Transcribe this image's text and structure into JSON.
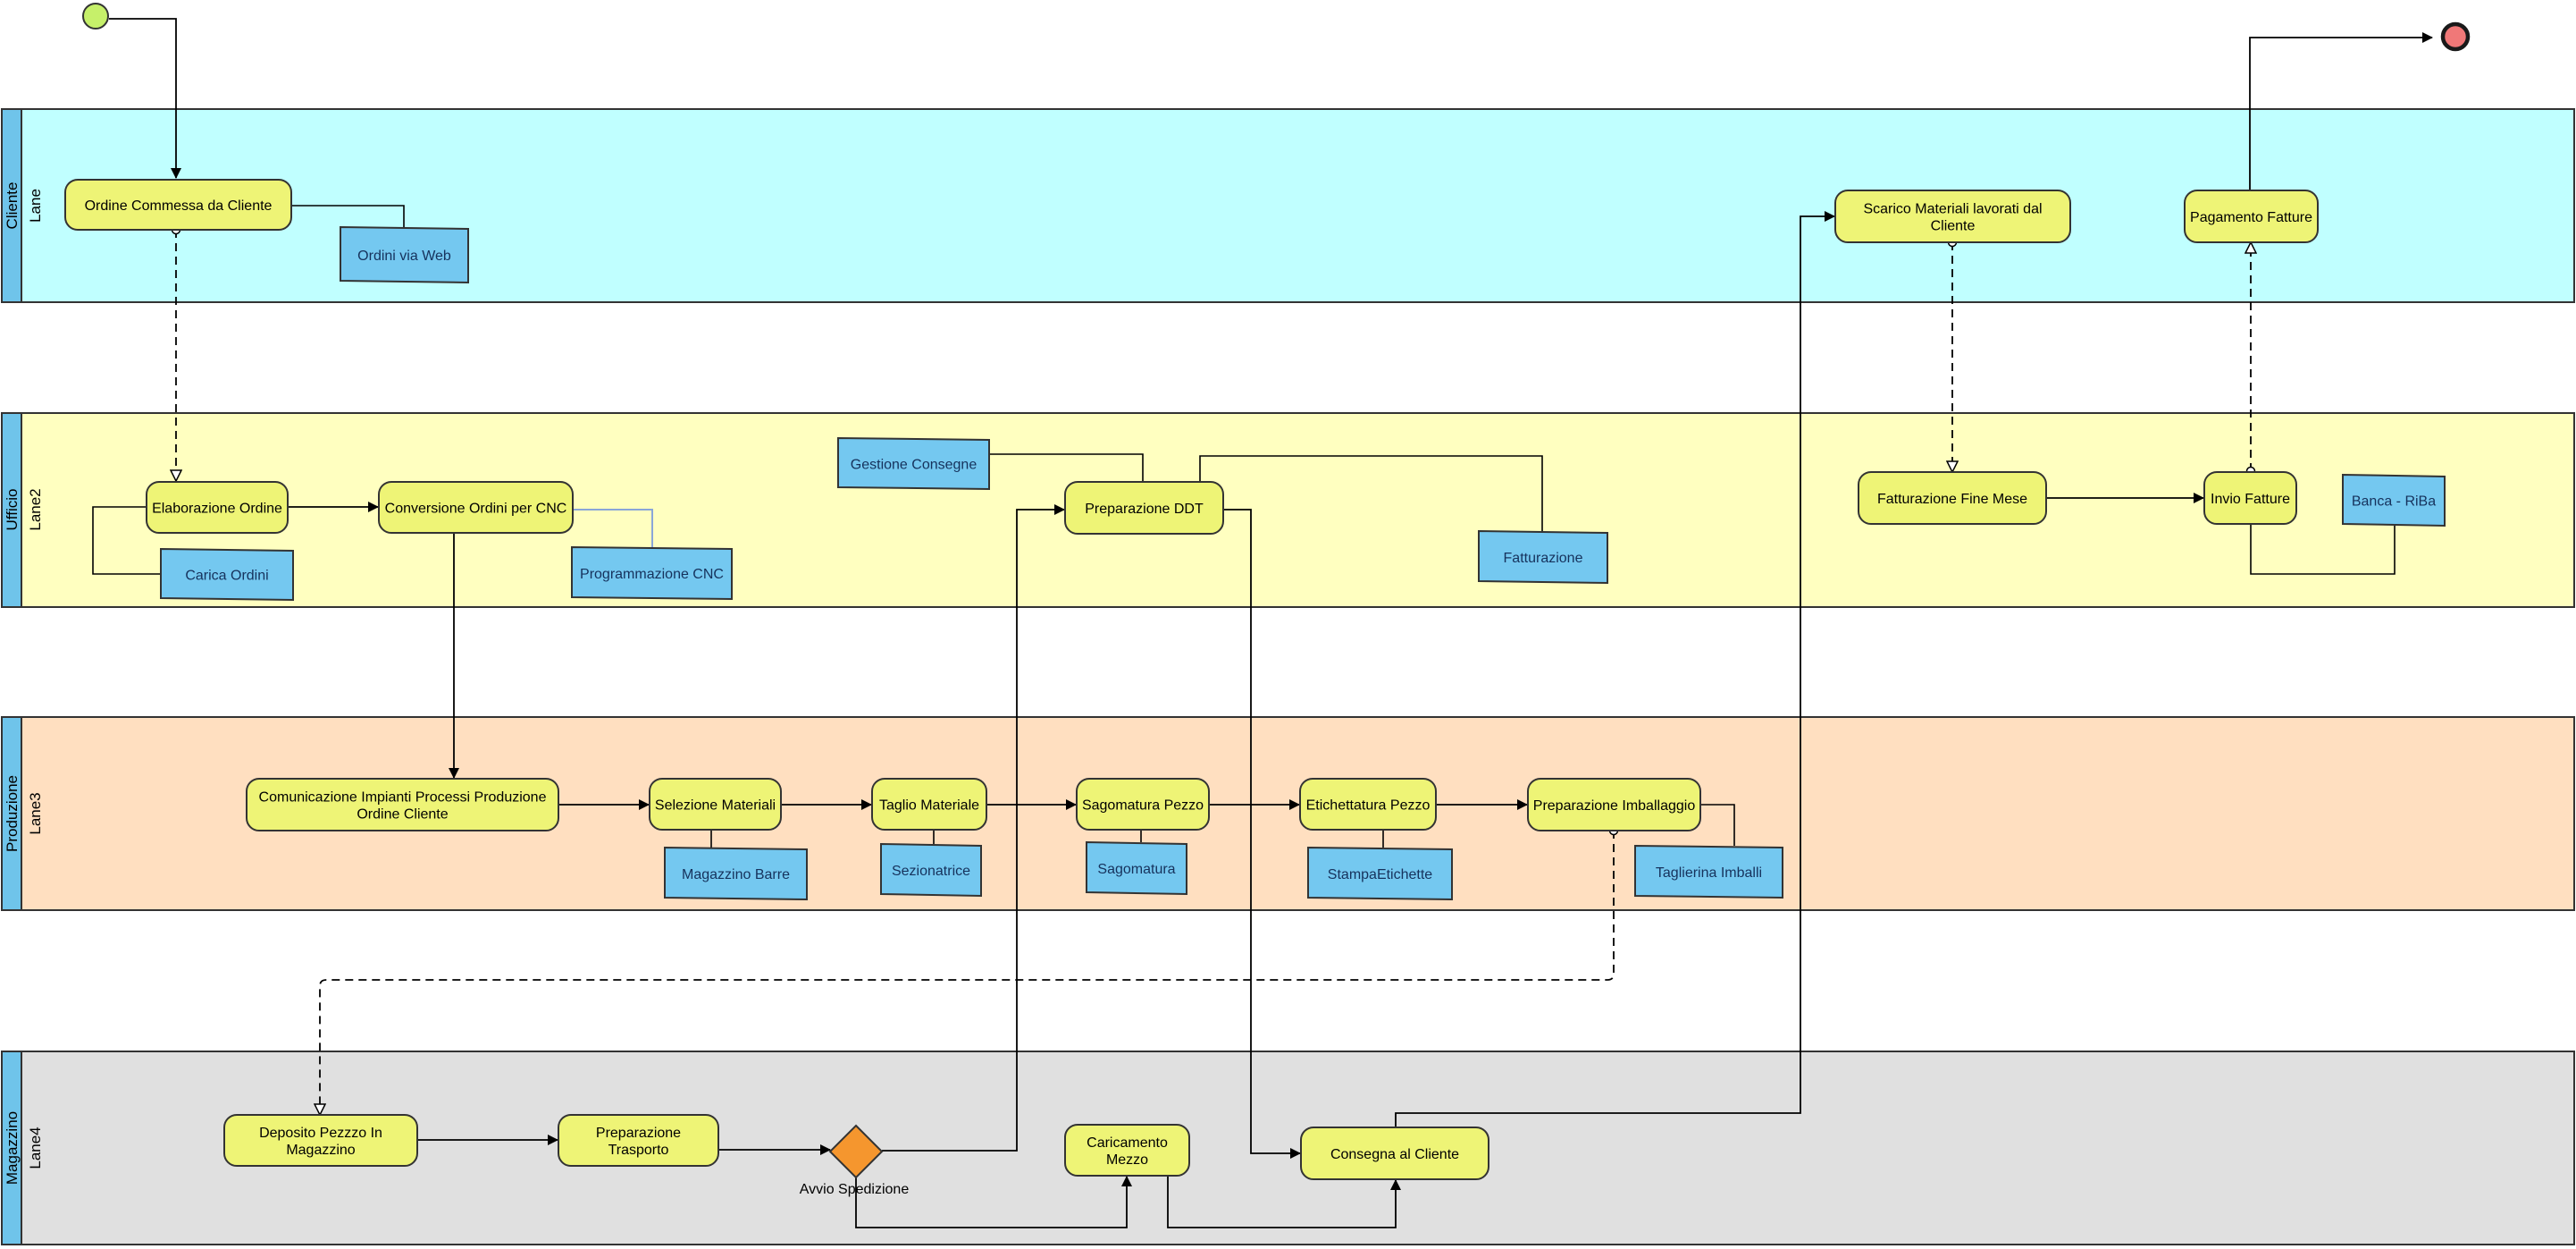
{
  "colors": {
    "lane_cliente": "#c0ffff",
    "lane_ufficio": "#ffffc0",
    "lane_produzione": "#ffdfc0",
    "lane_magazzino": "#e0e0e0",
    "lane_bar": "#6fc4ea",
    "task": "#eef476",
    "data": "#74c8f0",
    "start_event": "#c6f06a",
    "end_event": "#f07878",
    "gateway": "#f5962e"
  },
  "lanes": [
    {
      "id": "cliente",
      "pool_label": "Cliente",
      "lane_label": "Lane"
    },
    {
      "id": "ufficio",
      "pool_label": "Ufficio",
      "lane_label": "Lane2"
    },
    {
      "id": "produzione",
      "pool_label": "Produzione",
      "lane_label": "Lane3"
    },
    {
      "id": "magazzino",
      "pool_label": "Magazzino",
      "lane_label": "Lane4"
    }
  ],
  "tasks": {
    "ordine_commessa": [
      "Ordine Commessa da Cliente"
    ],
    "scarico_materiali": [
      "Scarico Materiali lavorati dal",
      "Cliente"
    ],
    "pagamento_fatture": [
      "Pagamento Fatture"
    ],
    "elaborazione_ordine": [
      "Elaborazione Ordine"
    ],
    "conversione_ordini": [
      "Conversione Ordini per CNC"
    ],
    "preparazione_ddt": [
      "Preparazione DDT"
    ],
    "fatturazione_fine_mese": [
      "Fatturazione Fine Mese"
    ],
    "invio_fatture": [
      "Invio Fatture"
    ],
    "comunicazione_impianti": [
      "Comunicazione Impianti Processi Produzione",
      "Ordine Cliente"
    ],
    "selezione_materiali": [
      "Selezione Materiali"
    ],
    "taglio_materiale": [
      "Taglio Materiale"
    ],
    "sagomatura_pezzo": [
      "Sagomatura Pezzo"
    ],
    "etichettatura_pezzo": [
      "Etichettatura Pezzo"
    ],
    "preparazione_imballaggio": [
      "Preparazione Imballaggio"
    ],
    "deposito_pezzo": [
      "Deposito Pezzzo In",
      "Magazzino"
    ],
    "preparazione_trasporto": [
      "Preparazione",
      "Trasporto"
    ],
    "caricamento_mezzo": [
      "Caricamento",
      "Mezzo"
    ],
    "consegna_cliente": [
      "Consegna al Cliente"
    ]
  },
  "data_objects": {
    "ordini_web": "Ordini via Web",
    "gestione_consegne": "Gestione Consegne",
    "carica_ordini": "Carica Ordini",
    "programmazione_cnc": "Programmazione CNC",
    "fatturazione": "Fatturazione",
    "banca_riba": "Banca - RiBa",
    "magazzino_barre": "Magazzino Barre",
    "sezionatrice": "Sezionatrice",
    "sagomatura": "Sagomatura",
    "stampa_etichette": "StampaEtichette",
    "taglierina_imballi": "Taglierina Imballi"
  },
  "gateway": {
    "label": "Avvio Spedizione"
  }
}
